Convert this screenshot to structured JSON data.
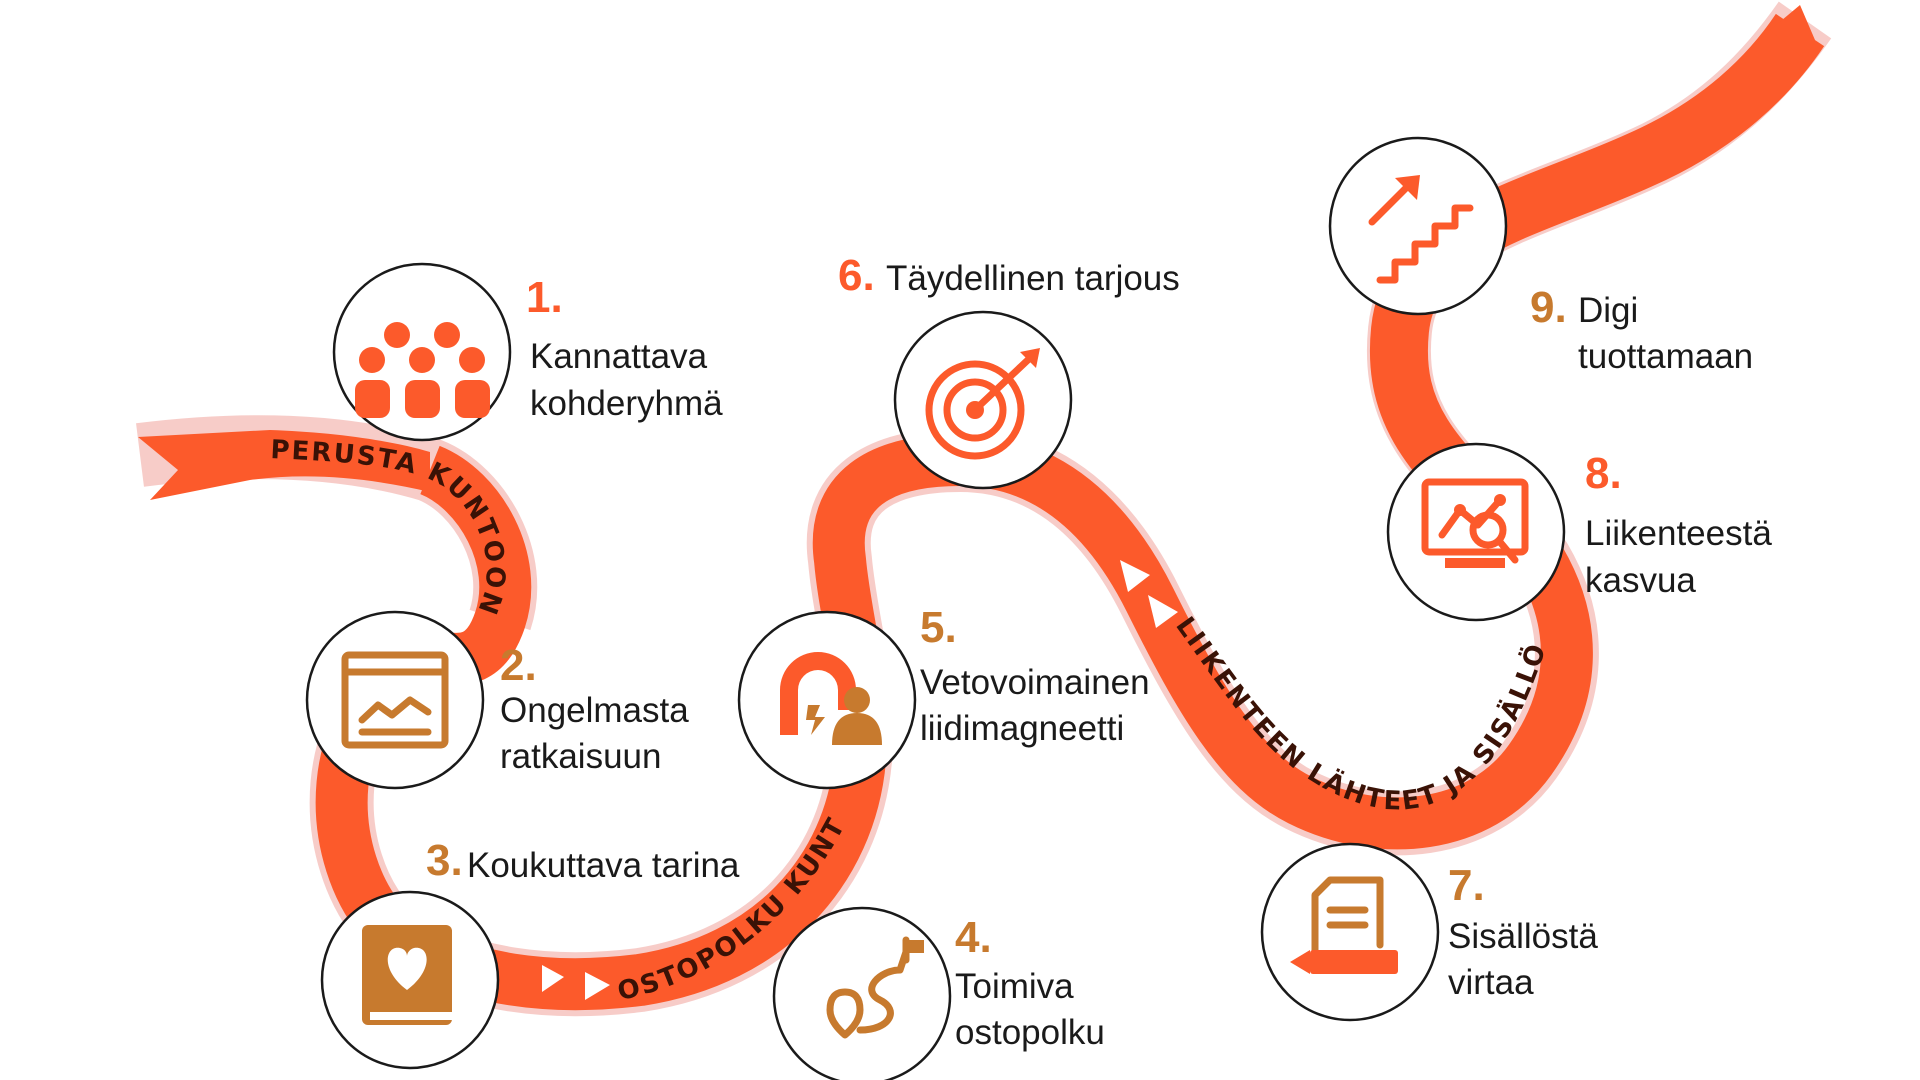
{
  "bands": {
    "band_1": "PERUSTA KUNTOON",
    "band_2": "OSTOPOLKU KUNTOON",
    "band_3": "LIIKENTEEN LÄHTEET JA SISÄLLÖT KUNTOON"
  },
  "steps": [
    {
      "number": "1.",
      "lines": [
        "Kannattava",
        "kohderyhmä"
      ],
      "icon": "people-group-icon"
    },
    {
      "number": "2.",
      "lines": [
        "Ongelmasta",
        "ratkaisuun"
      ],
      "icon": "browser-chart-icon"
    },
    {
      "number": "3.",
      "lines": [
        "Koukuttava tarina"
      ],
      "icon": "heart-book-icon"
    },
    {
      "number": "4.",
      "lines": [
        "Toimiva",
        "ostopolku"
      ],
      "icon": "route-flag-icon"
    },
    {
      "number": "5.",
      "lines": [
        "Vetovoimainen",
        "liidimagneetti"
      ],
      "icon": "magnet-user-icon"
    },
    {
      "number": "6.",
      "lines": [
        "Täydellinen tarjous"
      ],
      "icon": "target-arrow-icon"
    },
    {
      "number": "7.",
      "lines": [
        "Sisällöstä",
        "virtaa"
      ],
      "icon": "document-pencil-icon"
    },
    {
      "number": "8.",
      "lines": [
        "Liikenteestä",
        "kasvua"
      ],
      "icon": "analytics-monitor-icon"
    },
    {
      "number": "9.",
      "lines": [
        "Digi",
        "tuottamaan"
      ],
      "icon": "growth-stairs-icon"
    }
  ],
  "colors": {
    "road": "#fc5a2b",
    "accent_gold": "#c77a2e",
    "text": "#1a1a1a",
    "band_text": "#3a1206"
  }
}
